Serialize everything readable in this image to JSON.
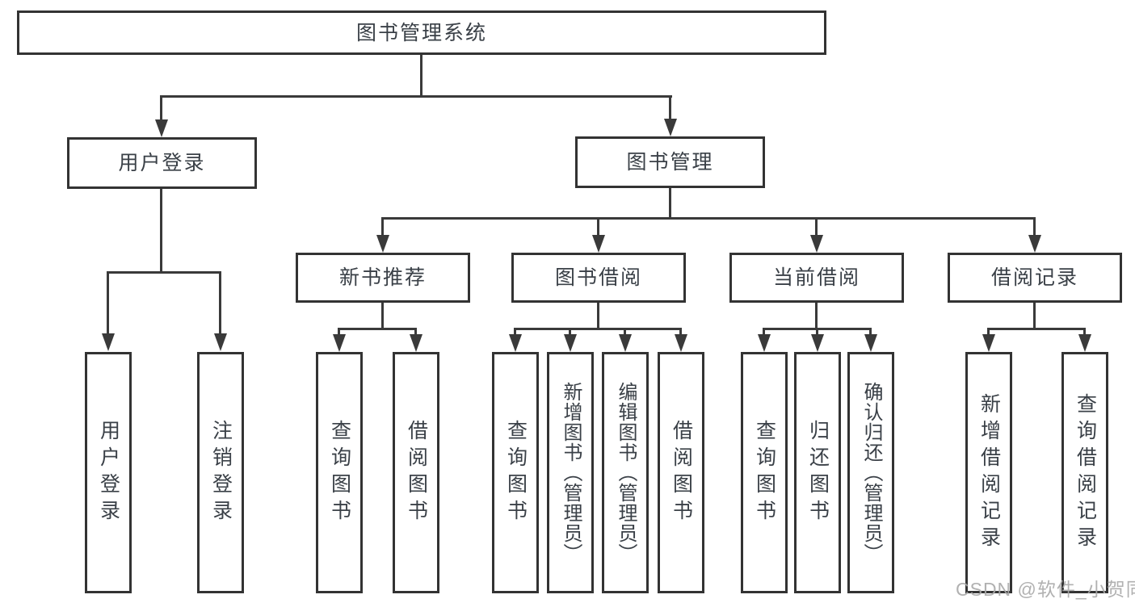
{
  "diagram": {
    "title": "图书管理系统",
    "root": {
      "label": "图书管理系统"
    },
    "level1": [
      {
        "label": "用户登录",
        "children": [
          "用户登录",
          "注销登录"
        ]
      },
      {
        "label": "图书管理"
      }
    ],
    "level2": [
      {
        "label": "新书推荐",
        "children": [
          "查询图书",
          "借阅图书"
        ]
      },
      {
        "label": "图书借阅",
        "children": [
          "查询图书",
          "新增图书（管理员）",
          "编辑图书（管理员）",
          "借阅图书"
        ]
      },
      {
        "label": "当前借阅",
        "children": [
          "查询图书",
          "归还图书",
          "确认归还（管理员）"
        ]
      },
      {
        "label": "借阅记录",
        "children": [
          "新增借阅记录",
          "查询借阅记录"
        ]
      }
    ],
    "colors": {
      "box_border": "#333333",
      "connector": "#3a3a3a",
      "text": "#3a4047",
      "watermark": "#a8a8a8",
      "background": "#ffffff"
    }
  },
  "watermark": "CSDN @软件_小贺同学"
}
